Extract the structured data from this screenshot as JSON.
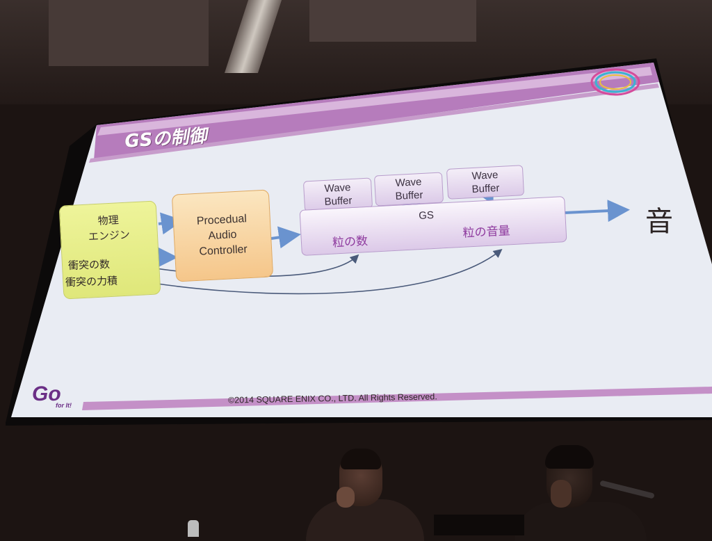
{
  "slide": {
    "title": "GSの制御",
    "physics_box": {
      "line1": "物理",
      "line2": "エンジン"
    },
    "collision_count": "衝突の数",
    "collision_impulse": "衝突の力積",
    "controller_box": {
      "line1": "Procedual",
      "line2": "Audio",
      "line3": "Controller"
    },
    "wave_buffers": [
      {
        "line1": "Wave",
        "line2": "Buffer"
      },
      {
        "line1": "Wave",
        "line2": "Buffer"
      },
      {
        "line1": "Wave",
        "line2": "Buffer"
      }
    ],
    "gs_box": {
      "label": "GS",
      "grain_count": "粒の数",
      "grain_volume": "粒の音量"
    },
    "output": "音",
    "copyright": "©2014 SQUARE ENIX CO., LTD. All Rights Reserved.",
    "logo": {
      "main": "Go",
      "sub": "for It!"
    }
  },
  "colors": {
    "slide_background": "#eef1f7",
    "header_bar": "#a668ad",
    "arrow": "#6a93cf",
    "physics_box": "#e7ee8a",
    "controller_box": "#f7d2a0",
    "gs_box": "#e6d7ef",
    "grain_text": "#8e3a9e"
  }
}
